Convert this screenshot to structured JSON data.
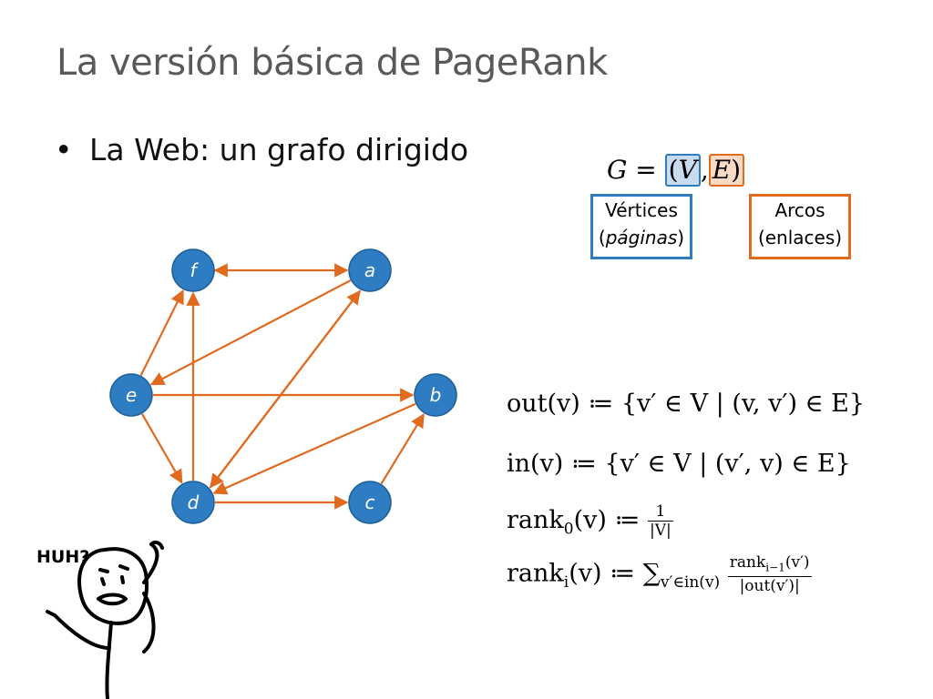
{
  "slide": {
    "title": "La versión básica de PageRank",
    "bullet": "La Web: un grafo dirigido",
    "bullet_marker": "•"
  },
  "definition": {
    "lhs": "G",
    "eq": " = ",
    "open": "(",
    "v": "V",
    "comma": ",",
    "e": "E",
    "close": ")"
  },
  "legend": {
    "vertices_line1": "Vértices",
    "vertices_line2_open": "(",
    "vertices_line2_em": "páginas",
    "vertices_line2_close": ")",
    "arcs_line1": "Arcos",
    "arcs_line2": "(enlaces)"
  },
  "formulas": {
    "out": "out(v) ≔ {v′ ∈ V | (v, v′) ∈ E}",
    "in": "in(v) ≔ {v′ ∈ V | (v′, v) ∈ E}",
    "rank0_lhs": "rank",
    "rank0_sub": "0",
    "rank0_arg": "(v) ≔ ",
    "rank0_num": "1",
    "rank0_den": "|V|",
    "ranki_lhs": "rank",
    "ranki_sub": "i",
    "ranki_arg": "(v) ≔ ∑",
    "ranki_sum_sub": "v′∈in(v)",
    "ranki_num": "rank",
    "ranki_num_sub": "i−1",
    "ranki_num_arg": "(v′)",
    "ranki_den": "|out(v′)|"
  },
  "graph": {
    "nodes": [
      {
        "id": "f",
        "label": "f"
      },
      {
        "id": "a",
        "label": "a"
      },
      {
        "id": "e",
        "label": "e"
      },
      {
        "id": "b",
        "label": "b"
      },
      {
        "id": "d",
        "label": "d"
      },
      {
        "id": "c",
        "label": "c"
      }
    ],
    "edges": [
      {
        "from": "f",
        "to": "a",
        "bidirectional": true
      },
      {
        "from": "e",
        "to": "f",
        "bidirectional": false
      },
      {
        "from": "a",
        "to": "e",
        "bidirectional": false
      },
      {
        "from": "e",
        "to": "b",
        "bidirectional": false
      },
      {
        "from": "e",
        "to": "d",
        "bidirectional": false
      },
      {
        "from": "d",
        "to": "f",
        "bidirectional": false
      },
      {
        "from": "d",
        "to": "a",
        "bidirectional": false
      },
      {
        "from": "a",
        "to": "d",
        "bidirectional": false
      },
      {
        "from": "b",
        "to": "d",
        "bidirectional": false
      },
      {
        "from": "d",
        "to": "c",
        "bidirectional": false
      },
      {
        "from": "c",
        "to": "b",
        "bidirectional": false
      }
    ],
    "node_color": "#2e7cc1",
    "edge_color": "#e06b1f"
  },
  "meme": {
    "text": "HUH?"
  }
}
